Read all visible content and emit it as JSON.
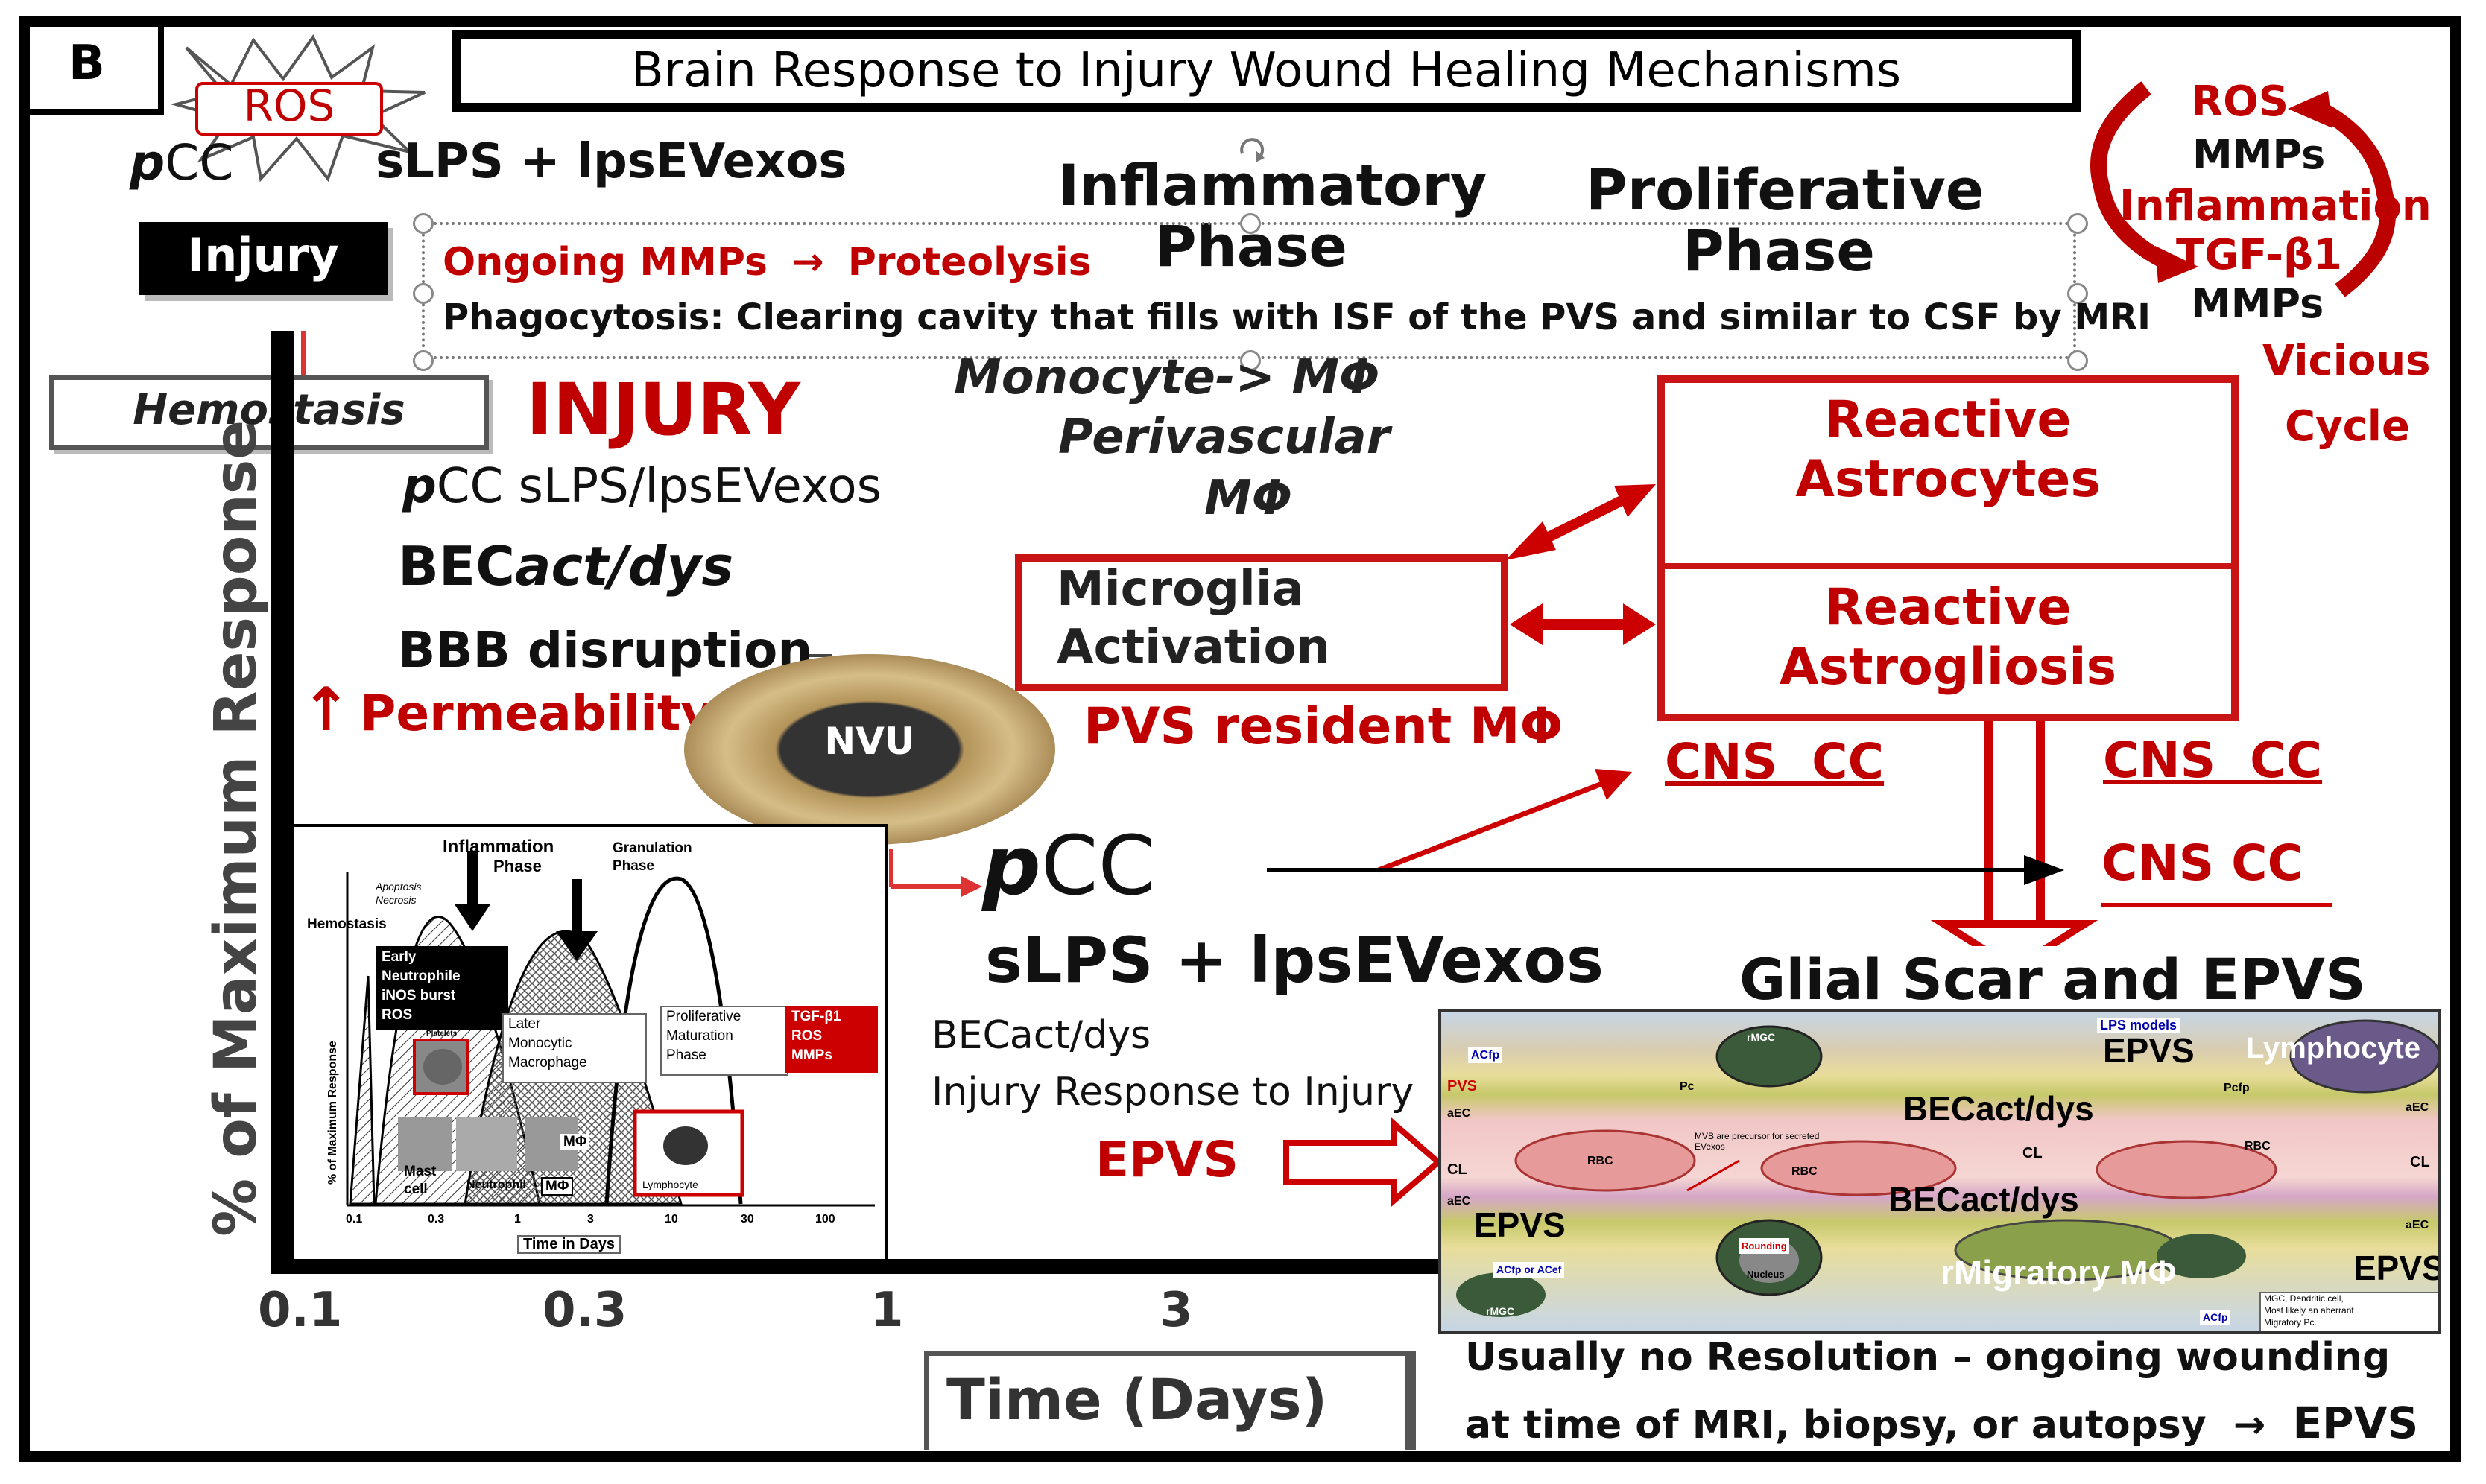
{
  "panel_letter": "B",
  "title": "Brain Response to Injury Wound Healing Mechanisms",
  "ros_burst": "ROS",
  "pcc_prefix": "p",
  "pcc_suffix": "CC",
  "slps_top": "sLPS + lpsEVexos",
  "injury_tag": "Injury",
  "hemostasis_tag": "Hemostasis",
  "phases": {
    "inflammatory_1": "Inflammatory",
    "inflammatory_2": "Phase",
    "proliferative_1": "Proliferative",
    "proliferative_2": "Phase"
  },
  "note_box": {
    "line1_a": "Ongoing MMPs",
    "line1_arrow": "→",
    "line1_b": "Proteolysis",
    "line2": "Phagocytosis: Clearing cavity that fills with ISF of the PVS and similar to CSF by MRI"
  },
  "vicious_cycle": {
    "ros": "ROS",
    "mmps1": "MMPs",
    "inflammation": "Inflammation",
    "tgf": "TGF-β1",
    "mmps2": "MMPs",
    "vicious": "Vicious",
    "cycle": "Cycle"
  },
  "injury_big": "INJURY",
  "left_list": {
    "pcc_rest": "CC sLPS/lpsEVexos",
    "becact_a": "BEC",
    "becact_b": "act/dys",
    "bbb": "BBB disruption",
    "arrow": "↑",
    "permeability": "Permeability"
  },
  "monocyte": {
    "line1": "Monocyte-> MΦ",
    "line2": "Perivascular",
    "line3": "MΦ"
  },
  "microglia": {
    "line1": "Microglia",
    "line2": "Activation"
  },
  "pvs_resident": "PVS resident MΦ",
  "reactive_astrocytes": {
    "line1": "Reactive",
    "line2": "Astrocytes"
  },
  "reactive_astrogliosis": {
    "line1": "Reactive",
    "line2": "Astrogliosis"
  },
  "cns_cc": [
    "CNS  CC",
    "CNS  CC",
    "CNS CC"
  ],
  "nvu": "NVU",
  "pcc_mid_p": "p",
  "pcc_mid_rest": "CC",
  "slps_mid": "sLPS + lpsEVexos",
  "becact_mid": "BECact/dys",
  "injury_response": "Injury Response to Injury",
  "epvs_mid": "EPVS",
  "glial_scar": "Glial Scar and EPVS",
  "y_axis_label": "% of Maximum Response",
  "x_axis_label": "Time (Days)",
  "x_ticks": [
    "0.1",
    "0.3",
    "1",
    "3"
  ],
  "micrograph": {
    "lps_models": "LPS models",
    "epvs1": "EPVS",
    "lymphocyte": "Lymphocyte",
    "becact1": "BECact/dys",
    "becact2": "BECact/dys",
    "epvs2": "EPVS",
    "epvs3": "EPVS",
    "migratory": "rMigratory MΦ",
    "pvs": "PVS",
    "actp": "ACfp",
    "rmgc": "rMGC",
    "pc": "Pc",
    "pcp": "Pcfp",
    "aec1": "aEC",
    "aec2": "aEC",
    "aec3": "aEC",
    "aec4": "aEC",
    "rbc1": "RBC",
    "rbc2": "RBC",
    "rbc3": "RBC",
    "cl1": "CL",
    "cl2": "CL",
    "cl3": "CL",
    "mvb": "MVB are precursor for secreted EVexos",
    "rounding": "Rounding",
    "nucleus": "Nucleus",
    "actp_acef": "ACfp or ACef",
    "rmgc2": "rMGC",
    "actp2": "ACfp",
    "mgc_note1": "MGC, Dendritic cell,",
    "mgc_note2": "Most likely an aberrant",
    "mgc_note3": "Migratory Pc."
  },
  "resolution_1": "Usually no Resolution – ongoing wounding",
  "resolution_2": "at time of MRI, biopsy, or autopsy",
  "resolution_arrow": "→",
  "resolution_epvs": "EPVS",
  "inset": {
    "inflammation_1": "Inflammation",
    "inflammation_2": "Phase",
    "granulation_1": "Granulation",
    "granulation_2": "Phase",
    "apoptosis": "Apoptosis",
    "necrosis": "Necrosis",
    "hemostasis": "Hemostasis",
    "early": [
      "Early",
      "Neutrophile",
      "iNOS burst",
      "ROS"
    ],
    "later": [
      "Later",
      "Monocytic",
      "Macrophage"
    ],
    "proliferative": [
      "Proliferative",
      "Maturation",
      "Phase"
    ],
    "red_box": [
      "TGF-β1",
      "ROS",
      "MMPs"
    ],
    "y_label": "% of Maximum Response",
    "platelets": "Platelets",
    "mast": "Mast",
    "cell": "cell",
    "neutrophil": "Neutrophil",
    "mphi_box": "MΦ",
    "mphi_box2": "MΦ",
    "lymphocyte": "Lymphocyte",
    "ticks": [
      "0.1",
      "0.3",
      "1",
      "3",
      "10",
      "30",
      "100"
    ],
    "x_label": "Time in Days"
  }
}
